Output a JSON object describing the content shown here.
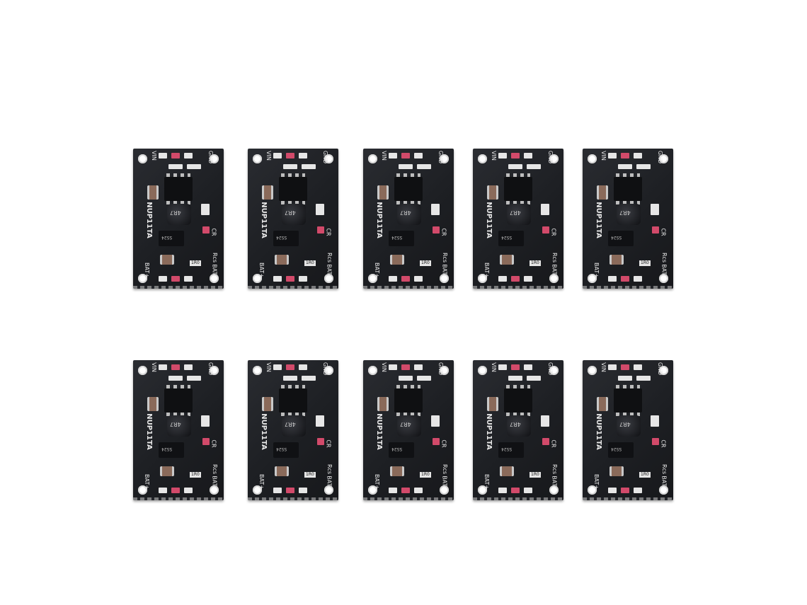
{
  "photo": {
    "subject": "ten identical black charger modules in two rows of five",
    "background_color": "#ffffff",
    "board_color": "#1f2125",
    "pad_color": "#e6e6e6",
    "led_color": "#d24a6a"
  },
  "board_labels": {
    "vin": "VIN",
    "gnd": "GND",
    "model": "NUP11TA",
    "inductor": "4R7",
    "diode": "SS24",
    "resistor": "1R0",
    "bat_plus": "BAT+",
    "bat_minus": "BAT-",
    "cr": "CR",
    "rcs": "Rcs"
  },
  "rows": [
    {
      "boards": [
        1,
        2,
        3,
        4,
        5
      ]
    },
    {
      "boards": [
        6,
        7,
        8,
        9,
        10
      ]
    }
  ]
}
